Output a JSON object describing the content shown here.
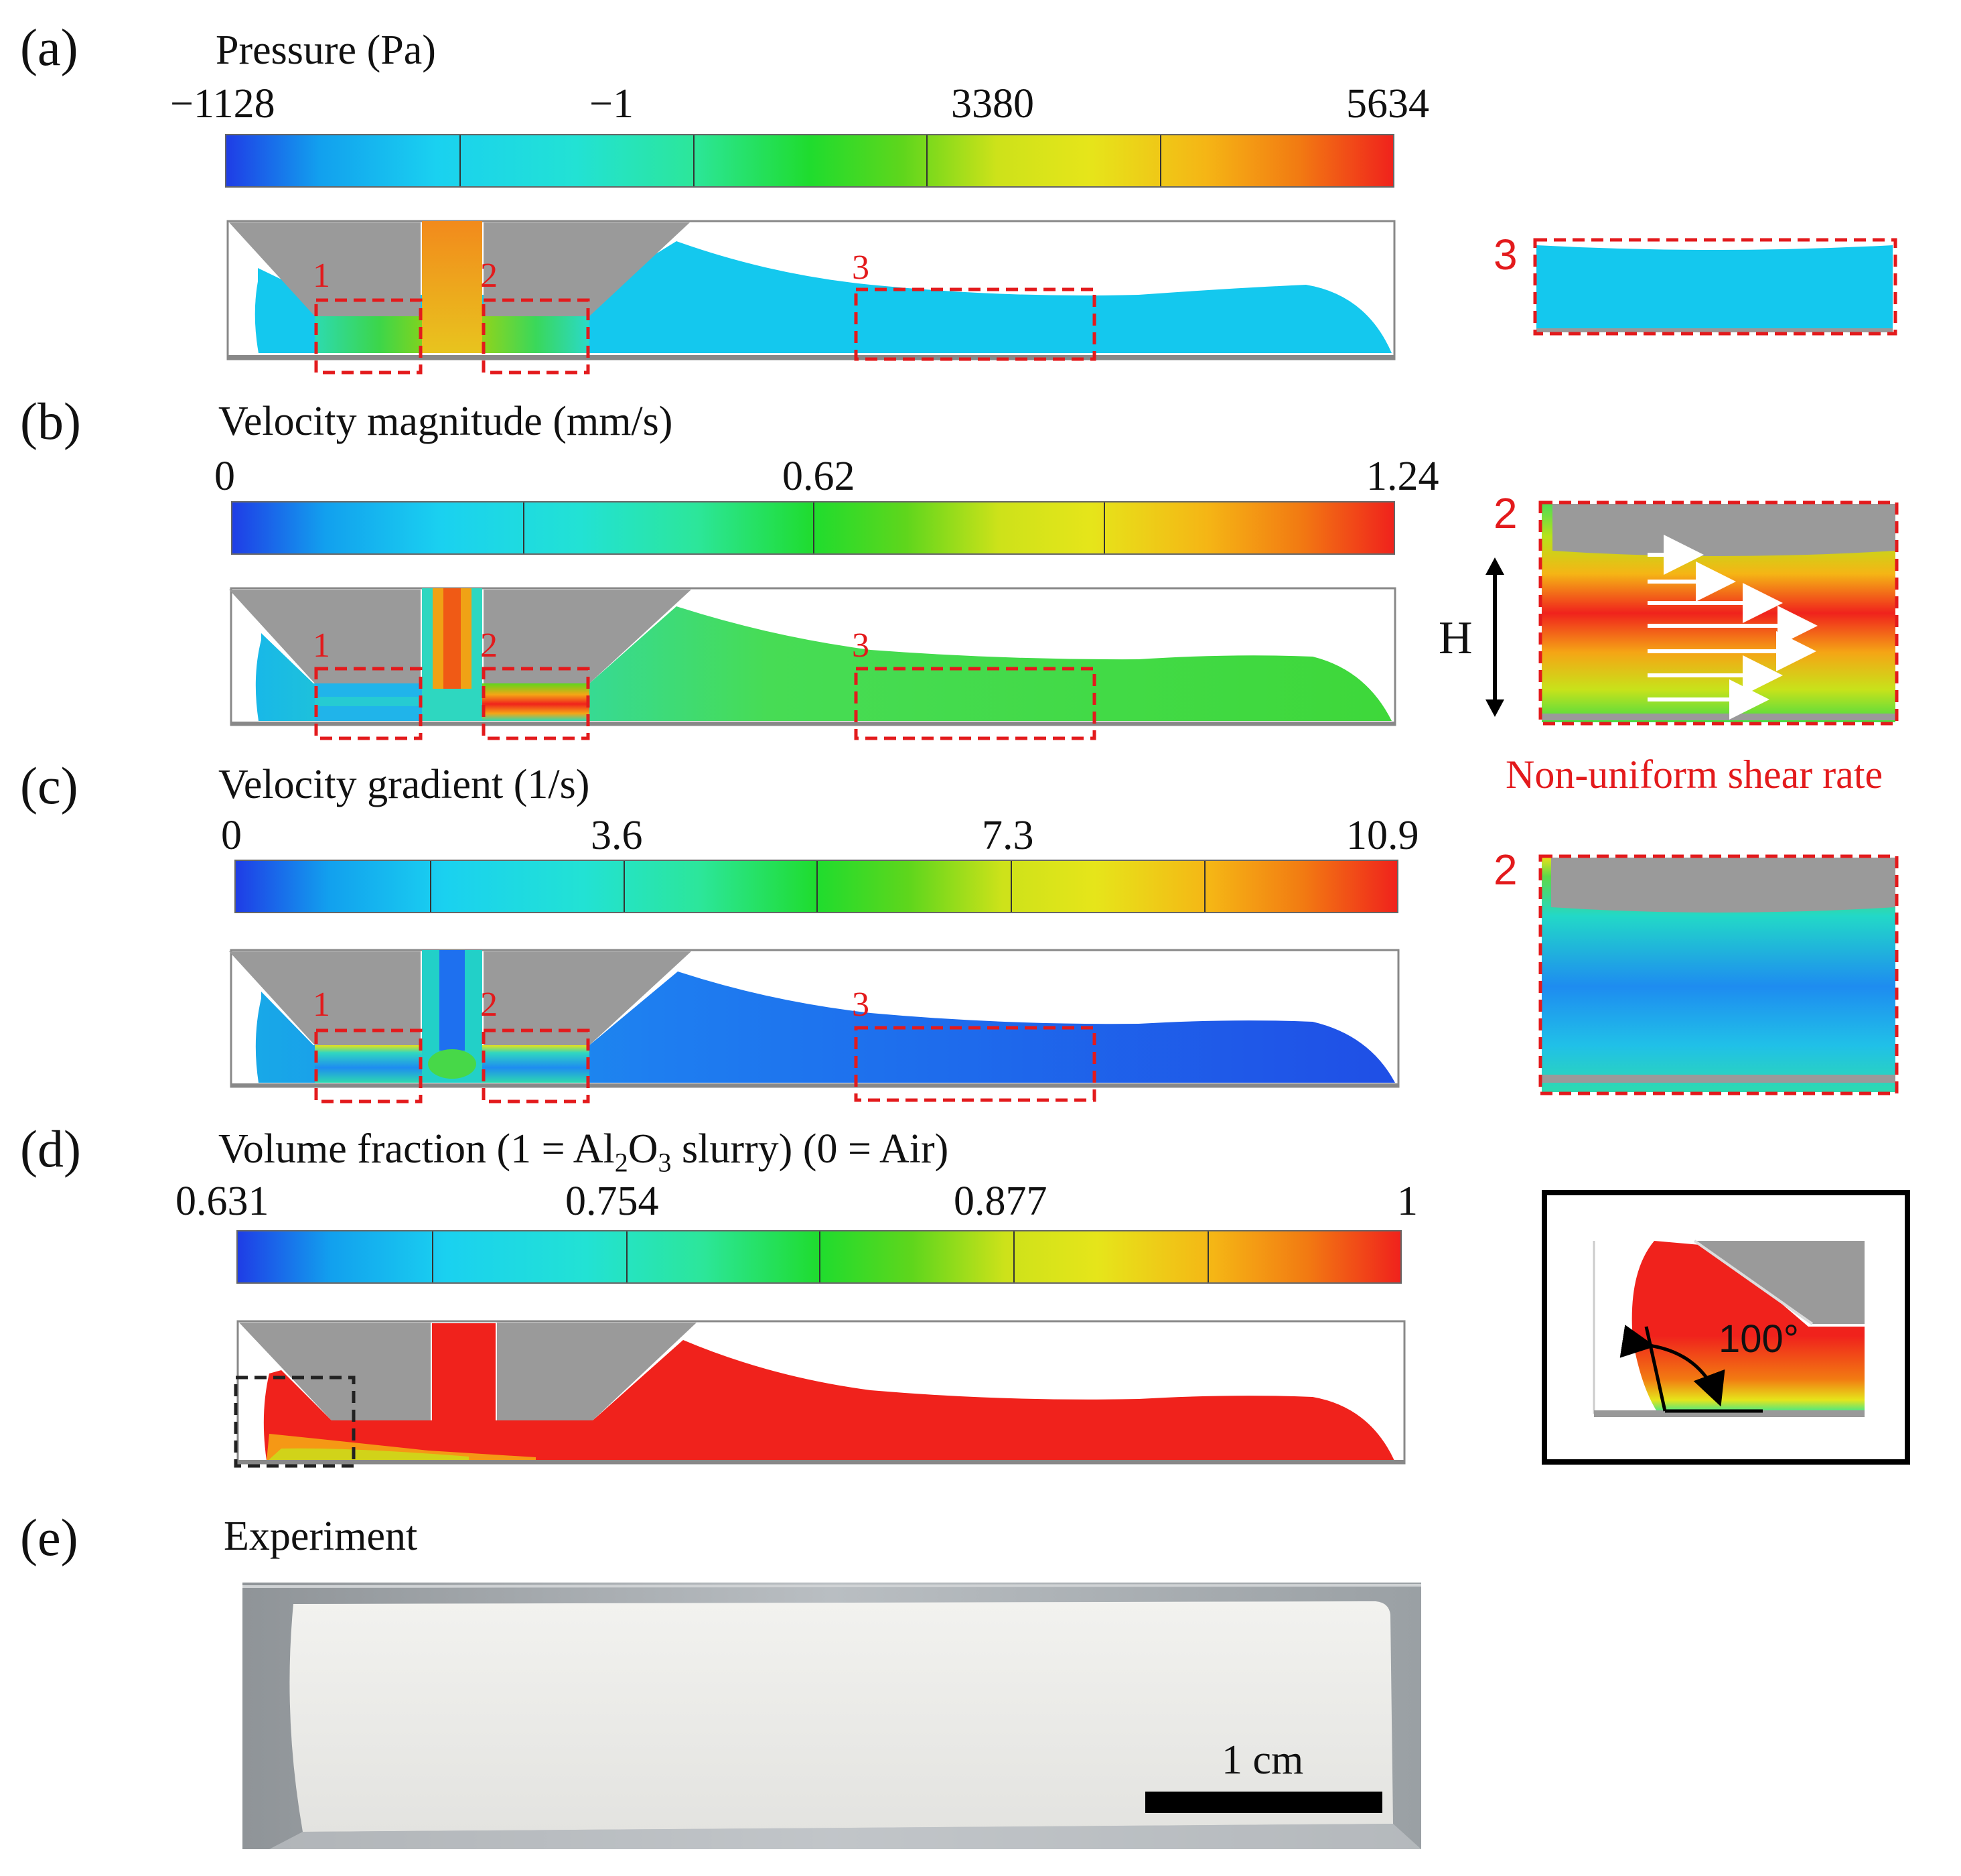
{
  "panels": {
    "a": {
      "letter": "(a)",
      "title": "Pressure (Pa)",
      "ticks": [
        "−1128",
        "−1",
        "3380",
        "5634"
      ],
      "region_labels": [
        "1",
        "2",
        "3"
      ],
      "zoom_label": "3"
    },
    "b": {
      "letter": "(b)",
      "title": "Velocity magnitude (mm/s)",
      "ticks": [
        "0",
        "0.62",
        "1.24"
      ],
      "region_labels": [
        "1",
        "2",
        "3"
      ],
      "zoom_label": "2",
      "height_label": "H",
      "caption": "Non-uniform shear rate"
    },
    "c": {
      "letter": "(c)",
      "title": "Velocity gradient (1/s)",
      "ticks": [
        "0",
        "3.6",
        "7.3",
        "10.9"
      ],
      "region_labels": [
        "1",
        "2",
        "3"
      ],
      "zoom_label": "2"
    },
    "d": {
      "letter": "(d)",
      "title_parts": {
        "pre": "Volume fraction (1 = Al",
        "sub1": "2",
        "mid": "O",
        "sub2": "3",
        "post": " slurry) (0 = Air)"
      },
      "ticks": [
        "0.631",
        "0.754",
        "0.877",
        "1"
      ],
      "angle_label": "100°"
    },
    "e": {
      "letter": "(e)",
      "title": "Experiment",
      "scale_label": "1 cm"
    }
  },
  "colors": {
    "grey_die": "#9a9a9a",
    "highlight_red": "#e31a1c",
    "cyan": "#14c8ee",
    "full_red": "#f0221c"
  }
}
